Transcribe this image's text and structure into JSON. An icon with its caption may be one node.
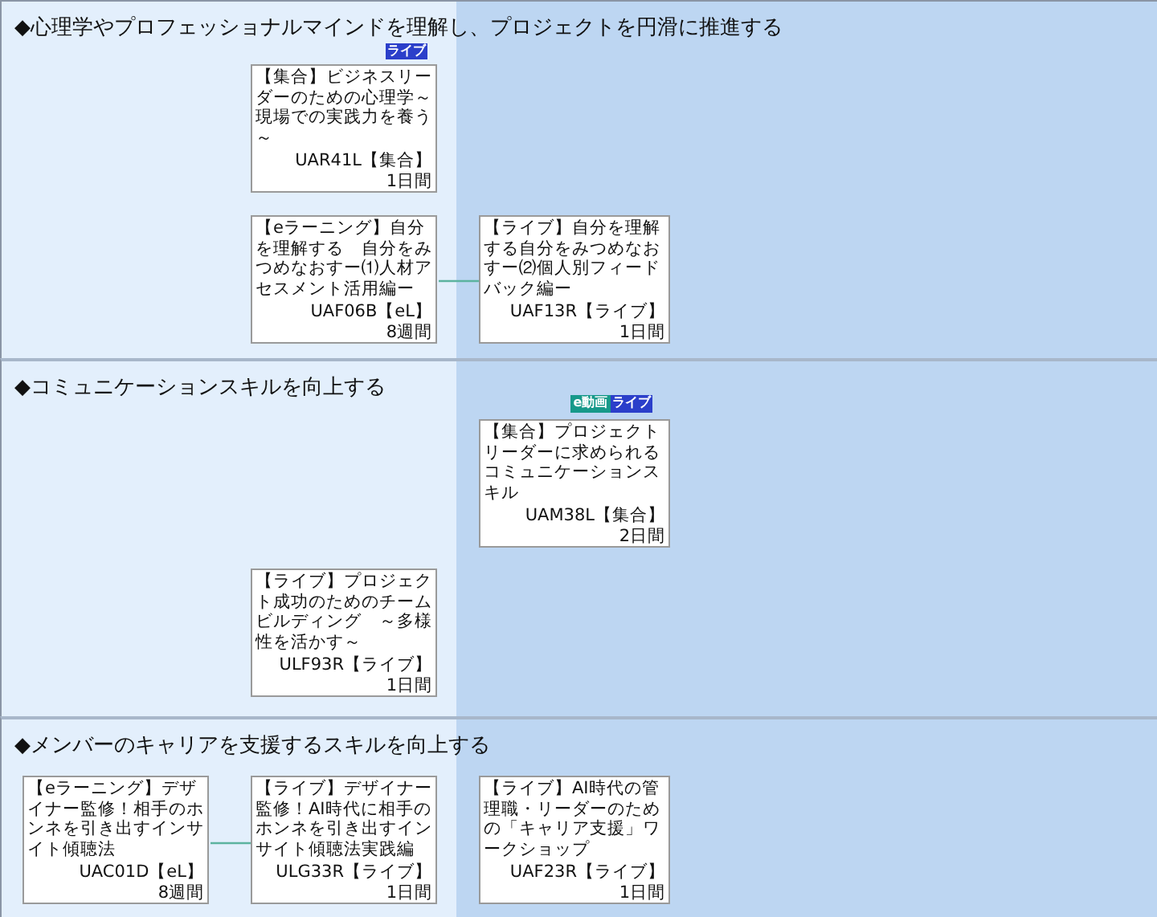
{
  "diagram": {
    "nodes": [
      {
        "text": [
          "◆心理学やプロフェッショナルマインドを理解し、プロジェクトを円滑に推進する"
        ]
      },
      {
        "text": [
          "ライブ"
        ],
        "in": 0
      },
      {
        "text": [
          "【集合】ビジネスリーダーのための心理学～現場での実践力を養う～",
          "UAR41L【集合】",
          "1日間"
        ],
        "in": 0
      },
      {
        "text": [
          "【eラーニング】自分を理解する　自分をみつめなおすー⑴人材アセスメント活用編ー",
          "UAF06B【eL】",
          "8週間"
        ],
        "in": 0
      },
      {
        "text": [
          "【ライブ】自分を理解する自分をみつめなおすー⑵個人別フィードバック編ー",
          "UAF13R【ライブ】",
          "1日間"
        ],
        "in": 0
      },
      {
        "text": [
          "◆コミュニケーションスキルを向上する"
        ]
      },
      {
        "text": [
          "e動画"
        ],
        "in": 5
      },
      {
        "text": [
          "ライブ"
        ],
        "in": 5
      },
      {
        "text": [
          "【集合】プロジェクトリーダーに求められるコミュニケーションスキル",
          "UAM38L【集合】",
          "2日間"
        ],
        "in": 5
      },
      {
        "text": [
          "【ライブ】プロジェクト成功のためのチームビルディング　～多様性を活かす～",
          "ULF93R【ライブ】",
          "1日間"
        ],
        "in": 5
      },
      {
        "text": [
          "◆メンバーのキャリアを支援するスキルを向上する"
        ]
      },
      {
        "text": [
          "【eラーニング】デザイナー監修！相手のホンネを引き出すインサイト傾聴法",
          "UAC01D【eL】",
          "8週間"
        ],
        "in": 10
      },
      {
        "text": [
          "【ライブ】デザイナー監修！AI時代に相手のホンネを引き出すインサイト傾聴法実践編",
          "ULG33R【ライブ】",
          "1日間"
        ],
        "in": 10
      },
      {
        "text": [
          "【ライブ】AI時代の管理職・リーダーのための「キャリア支援」ワークショップ",
          "UAF23R【ライブ】",
          "1日間"
        ],
        "in": 10
      }
    ],
    "edges": [
      {
        "from": 3,
        "to": 4,
        "arrow": "none"
      },
      {
        "from": 11,
        "to": 12,
        "arrow": "none"
      }
    ]
  }
}
